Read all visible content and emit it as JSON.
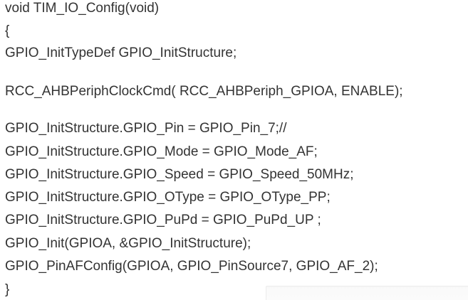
{
  "code": {
    "lines": [
      "void TIM_IO_Config(void)",
      "{",
      "GPIO_InitTypeDef GPIO_InitStructure;",
      "RCC_AHBPeriphClockCmd( RCC_AHBPeriph_GPIOA, ENABLE);",
      "GPIO_InitStructure.GPIO_Pin = GPIO_Pin_7;//",
      "GPIO_InitStructure.GPIO_Mode = GPIO_Mode_AF;",
      "GPIO_InitStructure.GPIO_Speed = GPIO_Speed_50MHz;",
      "GPIO_InitStructure.GPIO_OType = GPIO_OType_PP;",
      "GPIO_InitStructure.GPIO_PuPd = GPIO_PuPd_UP ;",
      "GPIO_Init(GPIOA, &GPIO_InitStructure);",
      "GPIO_PinAFConfig(GPIOA, GPIO_PinSource7, GPIO_AF_2);",
      "}"
    ]
  }
}
